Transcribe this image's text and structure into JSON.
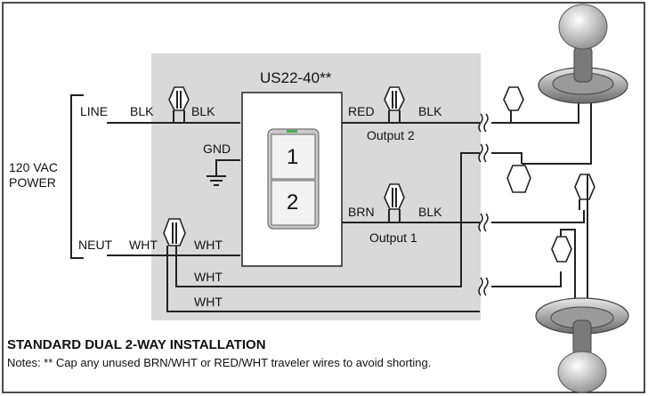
{
  "title": "US22-40**",
  "power": {
    "line1": "120 VAC",
    "line2": "POWER",
    "line": "LINE",
    "neut": "NEUT"
  },
  "wires": {
    "line_blk_left": "BLK",
    "line_blk_right": "BLK",
    "gnd": "GND",
    "out2_red": "RED",
    "out2_blk": "BLK",
    "out2_label": "Output 2",
    "out1_brn": "BRN",
    "out1_blk": "BLK",
    "out1_label": "Output 1",
    "neut_wht_left": "WHT",
    "neut_wht_right": "WHT",
    "wht_a": "WHT",
    "wht_b": "WHT"
  },
  "switch": {
    "button1": "1",
    "button2": "2",
    "led_color": "#4caf50"
  },
  "footer": {
    "heading": "STANDARD DUAL 2-WAY INSTALLATION",
    "notes": "Notes: ** Cap any unused BRN/WHT or RED/WHT traveler wires to avoid shorting."
  }
}
